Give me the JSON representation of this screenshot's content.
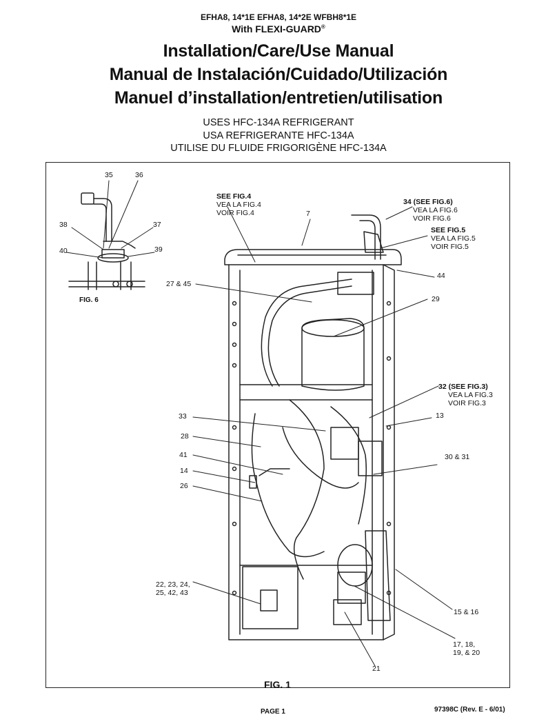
{
  "header": {
    "models": "EFHA8, 14*1E  EFHA8, 14*2E  WFBH8*1E",
    "with_text": "With FLEXI-GUARD",
    "registered_mark": "®",
    "title_en": "Installation/Care/Use Manual",
    "title_es": "Manual de Instalación/Cuidado/Utilización",
    "title_fr": "Manuel d’installation/entretien/utilisation",
    "refrigerant_en": "USES HFC-134A REFRIGERANT",
    "refrigerant_es": "USA REFRIGERANTE HFC-134A",
    "refrigerant_fr": "UTILISE DU FLUIDE FRIGORIGÈNE HFC-134A"
  },
  "figure6": {
    "caption": "FIG. 6",
    "callouts": {
      "c35": "35",
      "c36": "36",
      "c37": "37",
      "c38": "38",
      "c39": "39",
      "c40": "40"
    }
  },
  "figure1": {
    "caption": "FIG. 1",
    "see_fig4": {
      "ref": "SEE FIG.4",
      "es": "VEA LA FIG.4",
      "fr": "VOIR FIG.4"
    },
    "see_fig6": {
      "ref": "34 (SEE FIG.6)",
      "es": "VEA LA FIG.6",
      "fr": "VOIR FIG.6"
    },
    "see_fig5": {
      "ref": "SEE FIG.5",
      "es": "VEA LA FIG.5",
      "fr": "VOIR FIG.5"
    },
    "see_fig3": {
      "ref": "32 (SEE FIG.3)",
      "es": "VEA LA FIG.3",
      "fr": "VOIR FIG.3"
    },
    "callouts": {
      "c7": "7",
      "c44": "44",
      "c27_45": "27 & 45",
      "c29": "29",
      "c13": "13",
      "c33": "33",
      "c28": "28",
      "c41": "41",
      "c14": "14",
      "c26": "26",
      "c30_31": "30 & 31",
      "c22_line1": "22, 23, 24,",
      "c22_line2": "25, 42, 43",
      "c15_16": "15 & 16",
      "c17_line1": "17, 18,",
      "c17_line2": "19, & 20",
      "c21": "21"
    }
  },
  "footer": {
    "page": "PAGE 1",
    "doc_number": "97398C (Rev. E - 6/01)"
  }
}
